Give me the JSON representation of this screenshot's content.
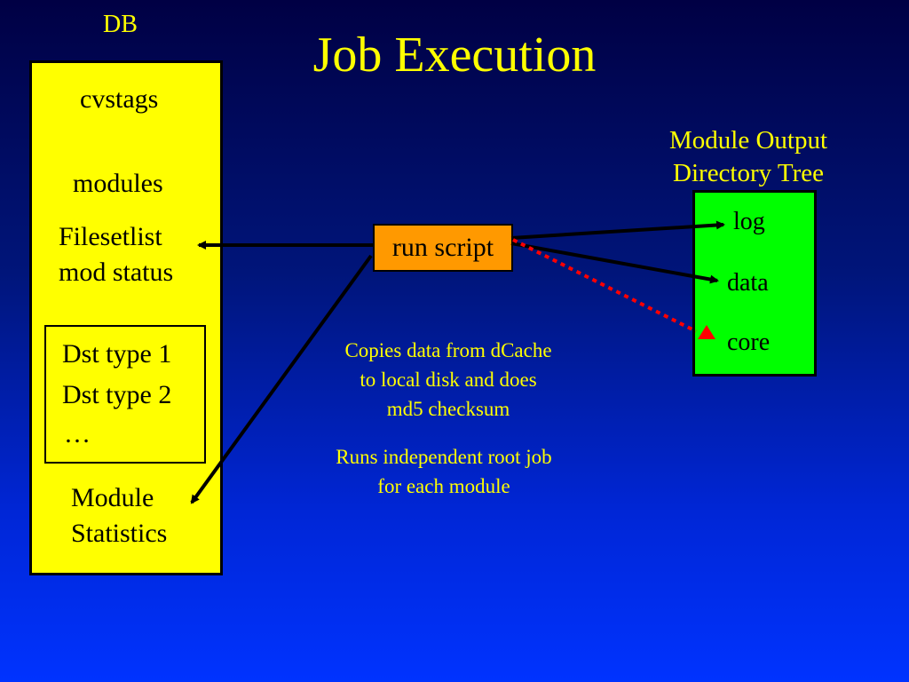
{
  "header": {
    "db_label": "DB",
    "title": "Job Execution"
  },
  "db_box": {
    "items": [
      "cvstags",
      "modules",
      "Filesetlist",
      "mod status"
    ],
    "dst_items": [
      "Dst type 1",
      "Dst type 2",
      "…"
    ],
    "module_statistics": [
      "Module",
      "Statistics"
    ]
  },
  "run_script": {
    "label": "run script"
  },
  "output_tree": {
    "title_lines": [
      "Module Output",
      "Directory Tree"
    ],
    "items": [
      "log",
      "data",
      "core"
    ]
  },
  "notes": {
    "copy_lines": [
      "Copies data from dCache",
      "to local disk and does",
      "md5 checksum"
    ],
    "run_lines": [
      "Runs independent root job",
      "for each module"
    ]
  },
  "colors": {
    "background_top": "#000044",
    "background_bottom": "#0033ff",
    "title_text": "#ffff00",
    "db_box": "#ffff00",
    "run_script_box": "#ff9900",
    "output_box": "#00ff00",
    "core_link": "#ff0000"
  }
}
